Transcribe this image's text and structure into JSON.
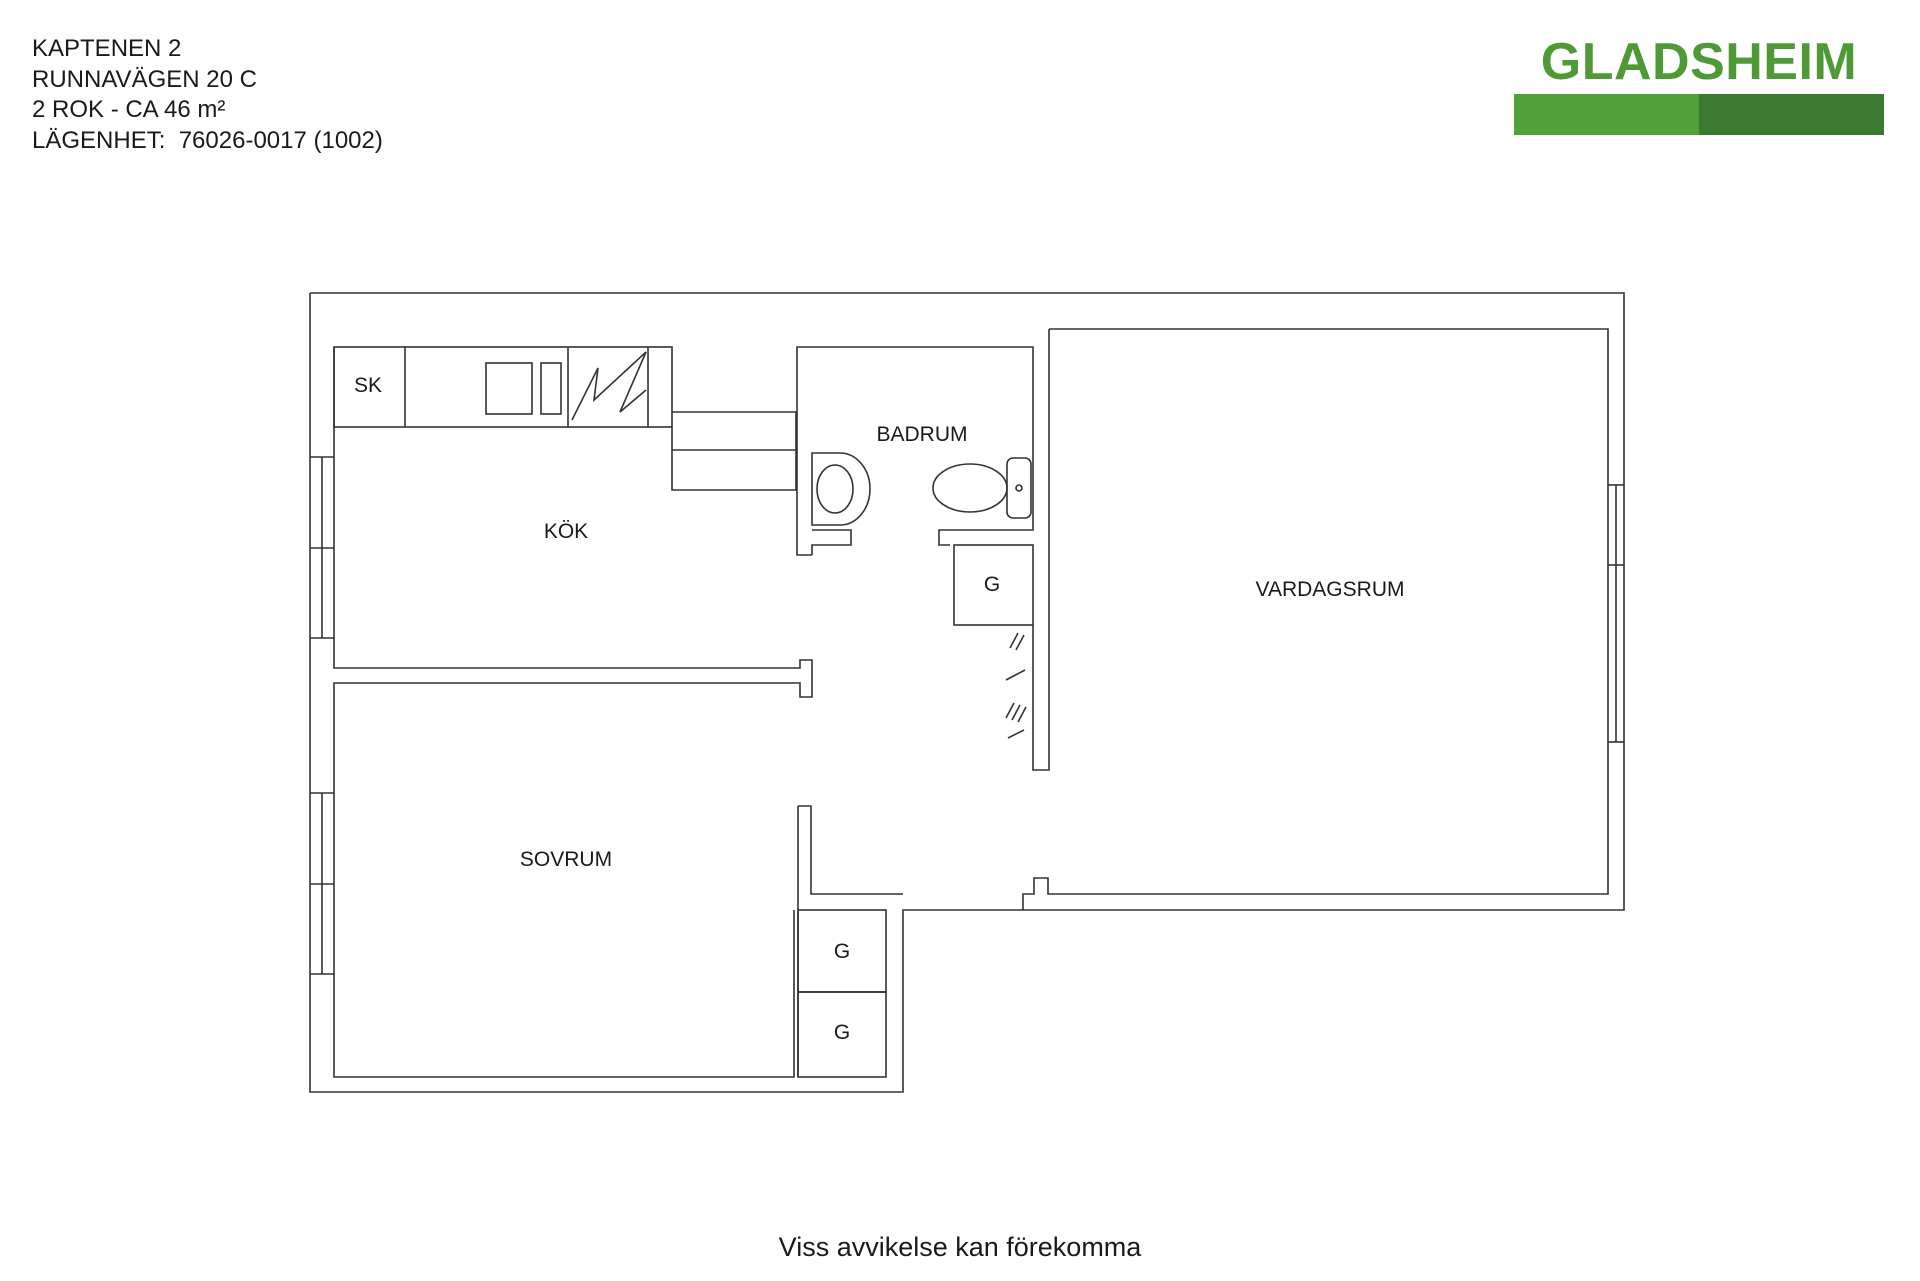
{
  "header": {
    "line1": "KAPTENEN 2",
    "line2": "RUNNAVÄGEN 20 C",
    "line3": "2 ROK - CA 46 m²",
    "line4": "LÄGENHET:  76026-0017 (1002)"
  },
  "logo": {
    "text": "GLADSHEIM",
    "color_light": "#50a136",
    "color_dark": "#3b7830"
  },
  "rooms": {
    "kok": "KÖK",
    "badrum": "BADRUM",
    "vardagsrum": "VARDAGSRUM",
    "sovrum": "SOVRUM",
    "sk": "SK",
    "g_hall": "G",
    "g_bed_1": "G",
    "g_bed_2": "G"
  },
  "footer": {
    "note": "Viss avvikelse kan förekomma"
  }
}
